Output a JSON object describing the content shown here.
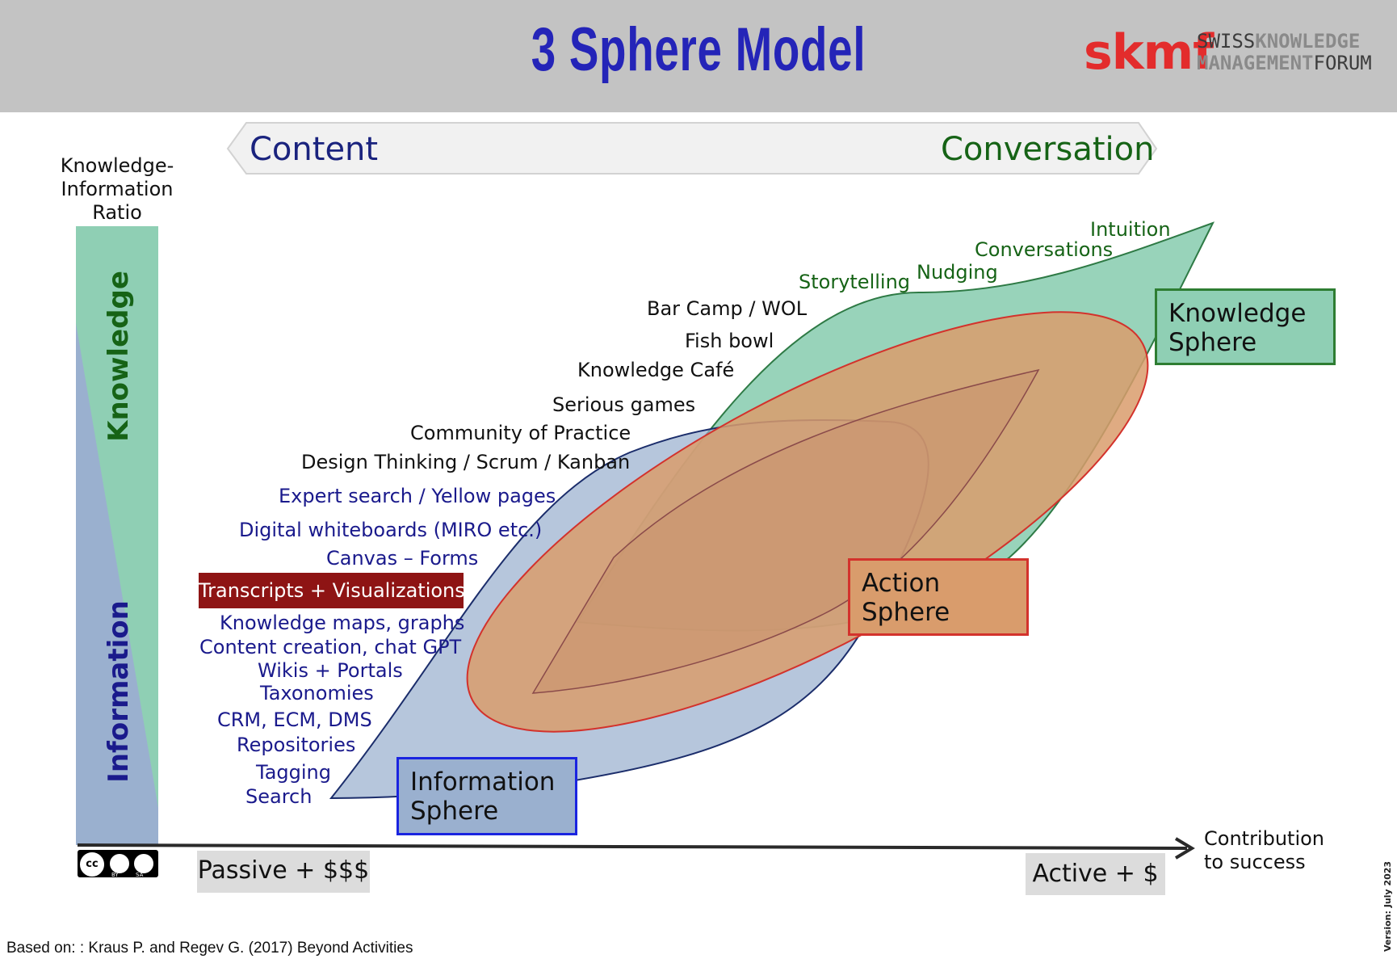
{
  "header": {
    "title": "3 Sphere Model",
    "logo_mark": "skmf",
    "logo_line1_a": "SWISS",
    "logo_line1_b": "KNOWLEDGE",
    "logo_line2_a": "MANAGEMENT",
    "logo_line2_b": "FORUM"
  },
  "banner": {
    "left": "Content",
    "right": "Conversation"
  },
  "y_axis": {
    "title_line1": "Knowledge-",
    "title_line2": "Information",
    "title_line3": "Ratio",
    "top_label": "Knowledge",
    "bottom_label": "Information"
  },
  "x_axis": {
    "label_line1": "Contribution",
    "label_line2": "to success",
    "left_tag": "Passive + $$$",
    "right_tag": "Active + $"
  },
  "knowledge_activities": [
    "Intuition",
    "Conversations",
    "Nudging",
    "Storytelling"
  ],
  "action_activities": [
    "Bar Camp / WOL",
    "Fish bowl",
    "Knowledge Café",
    "Serious games",
    "Community of Practice",
    "Design Thinking / Scrum / Kanban"
  ],
  "info_activities": [
    "Expert search / Yellow pages",
    "Digital whiteboards (MIRO etc.)",
    "Canvas – Forms",
    "Knowledge maps, graphs",
    "Content creation, chat GPT",
    "Wikis + Portals",
    "Taxonomies",
    "CRM, ECM, DMS",
    "Repositories",
    "Tagging",
    "Search"
  ],
  "highlight": "Transcripts + Visualizations",
  "spheres": {
    "knowledge": {
      "line1": "Knowledge",
      "line2": "Sphere"
    },
    "action": {
      "line1": "Action",
      "line2": "Sphere"
    },
    "information": {
      "line1": "Information",
      "line2": "Sphere"
    }
  },
  "license": {
    "cc": "cc",
    "by": "BY",
    "sa": "SA"
  },
  "footer": "Based on: : Kraus P. and Regev G. (2017) Beyond Activities",
  "version": "Version: July 2023",
  "colors": {
    "title": "#2424b8",
    "knowledge_fill": "#8fcfb4",
    "information_fill": "#9ab0cf",
    "action_fill": "#d99c6c",
    "highlight_bg": "#8e1414",
    "green_text": "#166316",
    "blue_text": "#1a1a8c"
  }
}
